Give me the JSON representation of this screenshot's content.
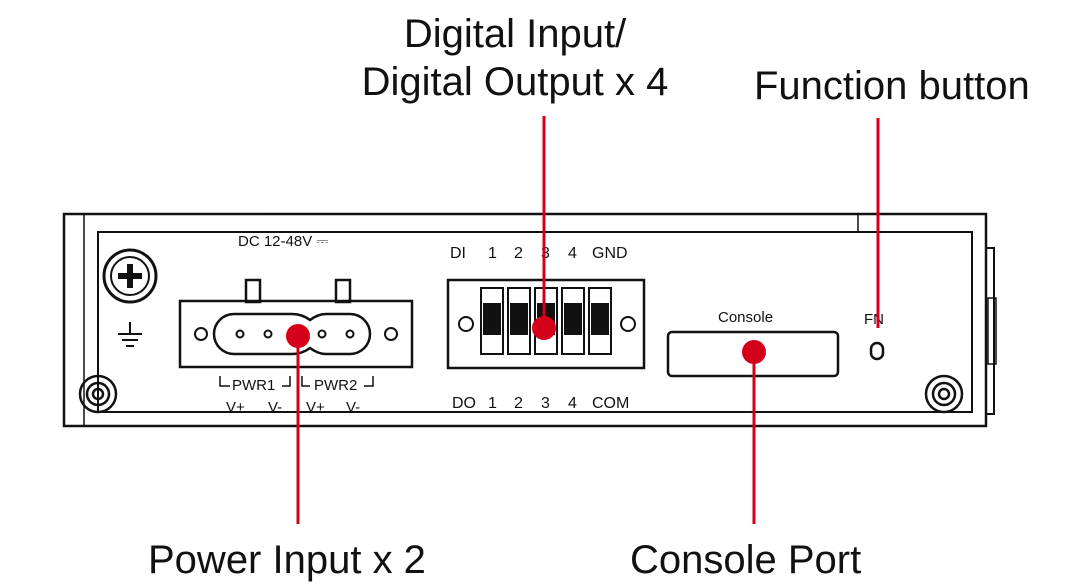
{
  "callouts": {
    "dio_line1": "Digital Input/",
    "dio_line2": "Digital Output x 4",
    "function_button": "Function button",
    "power_input": "Power Input x 2",
    "console_port": "Console Port"
  },
  "panel": {
    "dc_rating": "DC 12-48V ⎓",
    "di_label": "DI",
    "di_pins": [
      "1",
      "2",
      "3",
      "4",
      "GND"
    ],
    "do_label": "DO",
    "do_pins": [
      "1",
      "2",
      "3",
      "4",
      "COM"
    ],
    "pwr1": "PWR1",
    "pwr2": "PWR2",
    "v_plus": "V+",
    "v_minus": "V-",
    "console_label": "Console",
    "fn_label": "FN"
  },
  "colors": {
    "callout_line": "#d4001a",
    "outline": "#111111"
  }
}
